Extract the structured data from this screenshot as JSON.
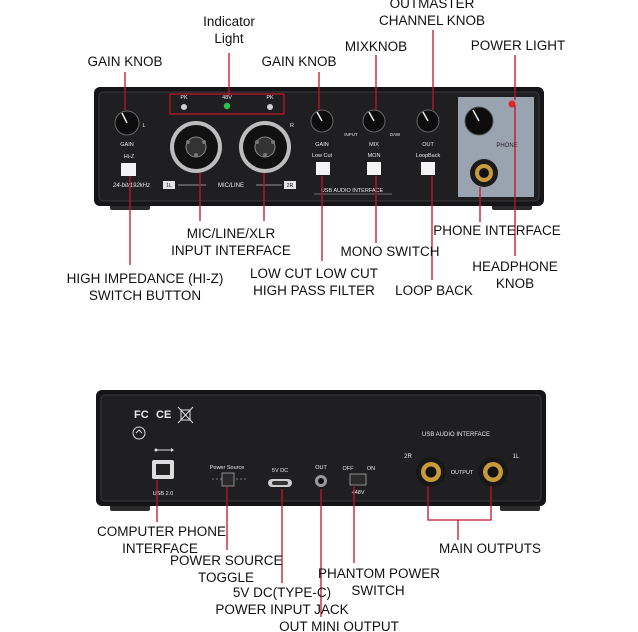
{
  "front_panel": {
    "callouts": {
      "indicator_light": [
        "Indicator",
        "Light"
      ],
      "outmaster_knob": [
        "OUTMASTER",
        "CHANNEL KNOB"
      ],
      "gain_knob_left": "GAIN KNOB",
      "mixknob": "MIXKNOB",
      "gain_knob_right": "GAIN KNOB",
      "power_light": "POWER LIGHT",
      "mic_input": [
        "MIC/LINE/XLR",
        "INPUT INTERFACE"
      ],
      "phone_interface": "PHONE INTERFACE",
      "mono_switch": "MONO SWITCH",
      "headphone_knob": [
        "HEADPHONE",
        "KNOB"
      ],
      "hi_z": [
        "HIGH IMPEDANCE (HI-Z)",
        "SWITCH BUTTON"
      ],
      "low_cut": [
        "LOW CUT LOW CUT",
        "HIGH PASS FILTER"
      ],
      "loop_back": "LOOP BACK"
    },
    "printed": {
      "pk_left": "PK",
      "v48": "48V",
      "pk_right": "PK",
      "gain_label": "GAIN",
      "hi_z": "Hi-Z",
      "l": "L",
      "r": "R",
      "gain2_label": "GAIN",
      "low_cut": "Low Cut",
      "mix": "MIX",
      "input": "INPUT",
      "daw": "DAW",
      "mon": "MON",
      "out": "OUT",
      "loopback": "LoopBack",
      "phone": "PHONE",
      "spec": "24-bit/192kHz",
      "ch1": "1L",
      "mic_line": "MIC/LINE",
      "ch2": "2R",
      "usb_interface": "USB AUDIO INTERFACE"
    }
  },
  "rear_panel": {
    "callouts": {
      "computer_phone": [
        "COMPUTER PHONE",
        "INTERFACE"
      ],
      "main_outputs": "MAIN OUTPUTS",
      "power_source": [
        "POWER SOURCE",
        "TOGGLE"
      ],
      "phantom_power": [
        "PHANTOM POWER",
        "SWITCH"
      ],
      "dc_input": [
        "5V DC(TYPE-C)",
        "POWER INPUT JACK"
      ],
      "out_mini": "OUT MINI OUTPUT"
    },
    "printed": {
      "usb_audio": "USB AUDIO INTERFACE",
      "usb20": "USB 2.0",
      "power_source": "Power Source",
      "dc5v": "5V DC",
      "out": "OUT",
      "off": "OFF",
      "on": "ON",
      "v48": "+48V",
      "ch2r": "2R",
      "output": "OUTPUT",
      "ch1l": "1L",
      "fc": "FC",
      "ce": "CE"
    }
  },
  "colors": {
    "leader_red": "#c0142a",
    "panel": "#1c1c1e",
    "phone_panel": "#9aa4b0",
    "power_led": "#e0262b",
    "indicator_led": "#2fbf4a"
  }
}
